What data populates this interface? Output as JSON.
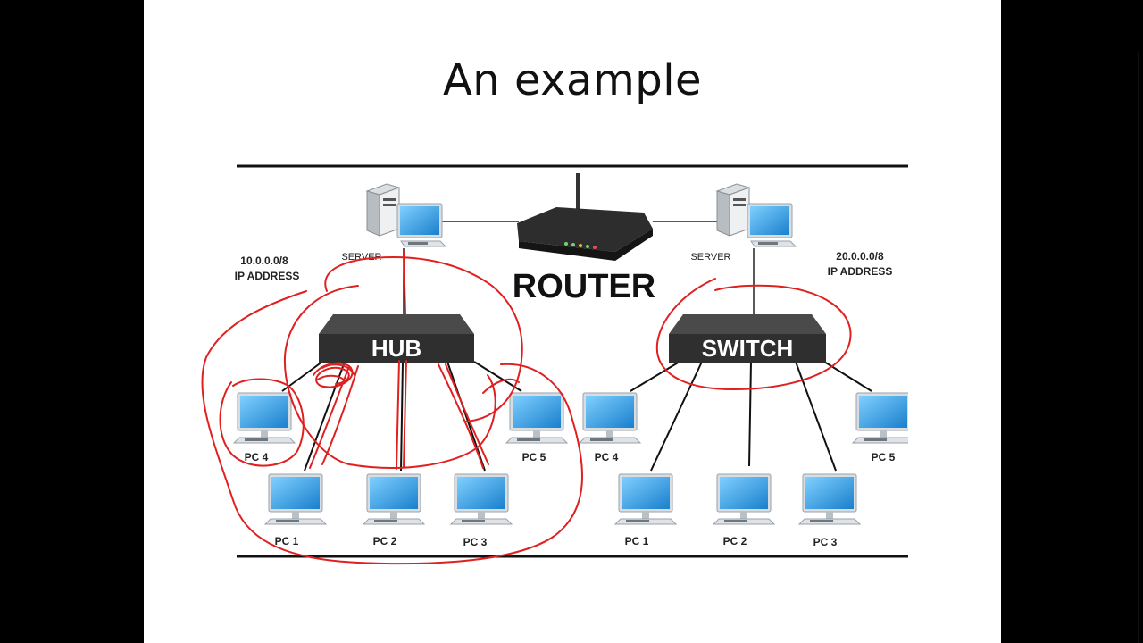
{
  "slide": {
    "title": "An example"
  },
  "diagram": {
    "router_label": "ROUTER",
    "hub_label": "HUB",
    "switch_label": "SWITCH",
    "left_network": {
      "server_label": "SERVER",
      "ip_network": "10.0.0.0/8",
      "ip_caption": "IP ADDRESS",
      "pcs": [
        "PC 4",
        "PC 5",
        "PC 1",
        "PC 2",
        "PC 3"
      ]
    },
    "right_network": {
      "server_label": "SERVER",
      "ip_network": "20.0.0.0/8",
      "ip_caption": "IP ADDRESS",
      "pcs": [
        "PC 4",
        "PC 5",
        "PC 1",
        "PC 2",
        "PC 3"
      ]
    }
  },
  "colors": {
    "annotation": "#e02020",
    "device_dark": "#3b3b3b",
    "screen_blue": "#2e9be0",
    "background": "#ffffff",
    "outer_background": "#000000"
  }
}
